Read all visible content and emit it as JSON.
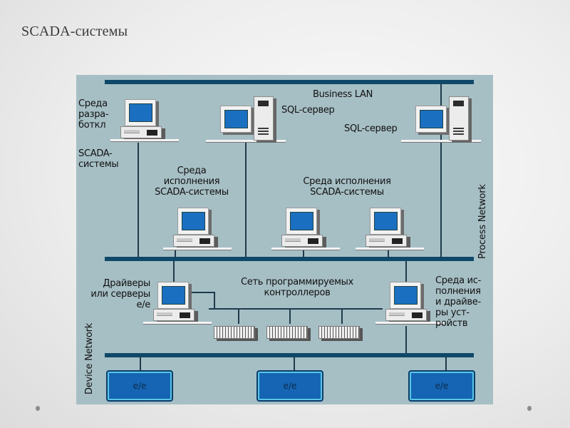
{
  "slide": {
    "title": "SCADA-системы"
  },
  "diagram": {
    "networks": {
      "business_lan": "Business LAN",
      "process_network": "Process Network",
      "device_network": "Device Network",
      "plc_network": "Сеть программируемых\nконтроллеров"
    },
    "labels": {
      "dev_env": "Среда\nразра-\nботкл",
      "dev_env_scada": "SCADA-\nсистемы",
      "sql_server_1": "SQL-сервер",
      "sql_server_2": "SQL-сервер",
      "runtime_1": "Среда\nисполнения\nSCADA-системы",
      "runtime_2": "Среда исполнения\nSCADA-системы",
      "io_drivers": "Драйверы\nили серверы\nе/е",
      "device_runtime": "Среда ис-\nполнения\nи драйве-\nры уст-\nройств"
    },
    "io_modules": [
      "е/е",
      "е/е",
      "е/е"
    ]
  }
}
